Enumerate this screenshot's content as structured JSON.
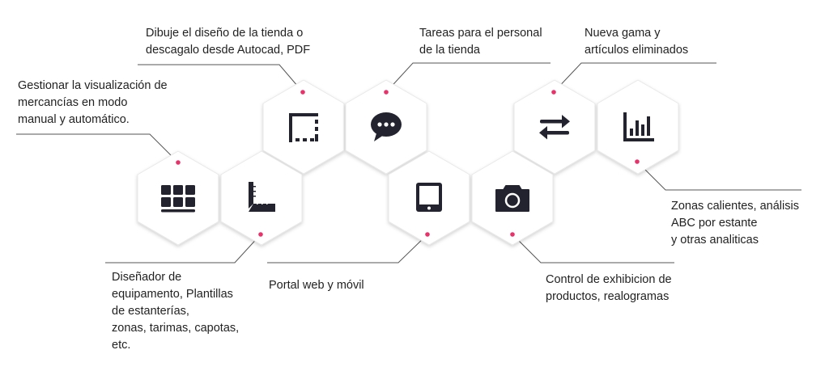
{
  "accent_color": "#e6336b",
  "icon_color": "#23232f",
  "features": [
    {
      "id": "grid",
      "icon": "grid-icon",
      "label": "Gestionar la visualización de\nmercancías en modo\nmanual y automático."
    },
    {
      "id": "ruler",
      "icon": "ruler-icon",
      "label": "Diseñador de\nequipamento, Plantillas\nde estanterías,\nzonas, tarimas, capotas,\netc."
    },
    {
      "id": "frame",
      "icon": "floorplan-icon",
      "label": "Dibuje el diseño de la tienda o\ndescagalo desde Autocad, PDF"
    },
    {
      "id": "chat",
      "icon": "chat-icon",
      "label": "Tareas para el personal\nde la tienda"
    },
    {
      "id": "tablet",
      "icon": "tablet-icon",
      "label": "Portal web y móvil"
    },
    {
      "id": "camera",
      "icon": "camera-icon",
      "label": "Control de exhibicion de\nproductos,  realogramas"
    },
    {
      "id": "arrows",
      "icon": "swap-arrows-icon",
      "label": "Nueva gama y\nartículos eliminados"
    },
    {
      "id": "chart",
      "icon": "bar-chart-icon",
      "label": "Zonas calientes, análisis\nABC por estante\ny otras analiticas"
    }
  ]
}
